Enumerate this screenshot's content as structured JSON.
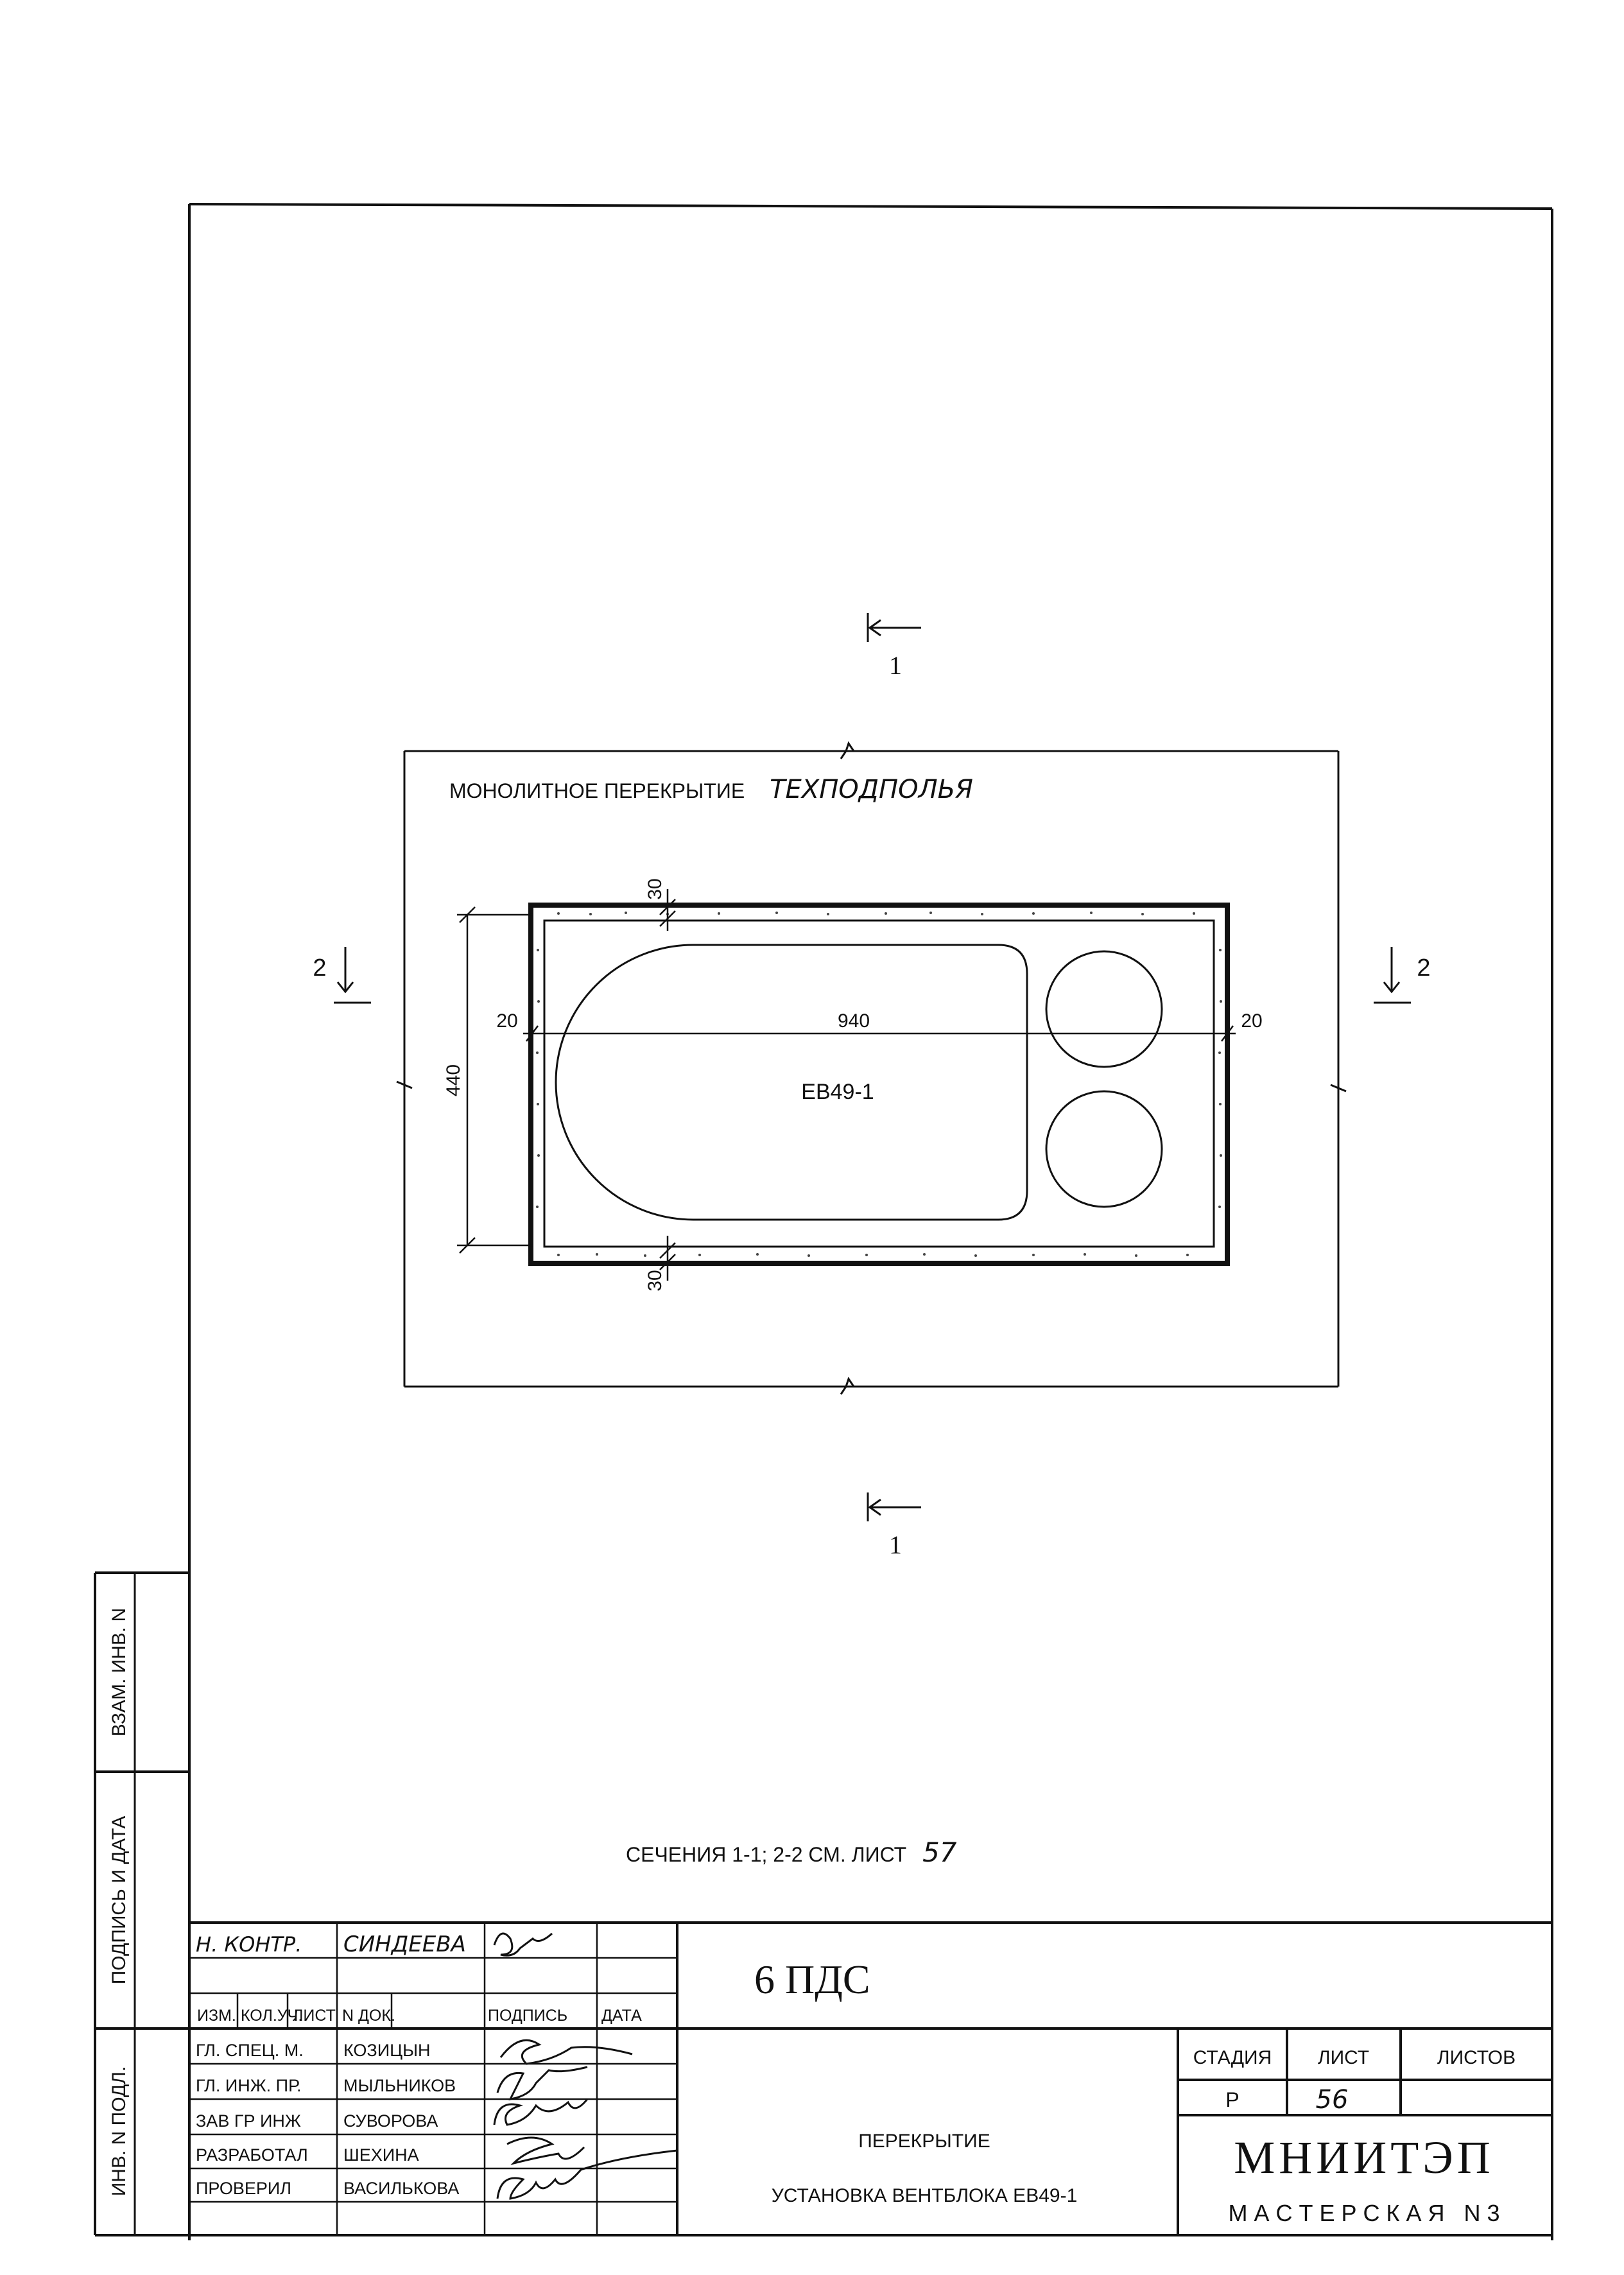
{
  "drawing": {
    "section_marks": {
      "section1": "1",
      "section2": "2"
    },
    "slab_label_part1": "МОНОЛИТНОЕ ПЕРЕКРЫТИЕ",
    "slab_label_part2": "ТЕХПОДПОЛЬЯ",
    "block_label": "ЕВ49-1",
    "dimensions": {
      "width_total": "940",
      "height_total": "440",
      "side_gap_left": "20",
      "side_gap_right": "20",
      "top_gap": "30",
      "bottom_gap": "30"
    },
    "note_text": "СЕЧЕНИЯ 1-1; 2-2 СМ. ЛИСТ",
    "note_sheet": "57"
  },
  "side_stamp": {
    "cells": [
      "ВЗАМ. ИНВ. N",
      "ПОДПИСЬ И ДАТА",
      "ИНВ. N ПОДЛ."
    ]
  },
  "title_block": {
    "norm_control_role": "Н. КОНТР.",
    "norm_control_name": "СИНДЕЕВА",
    "header_columns": [
      "ИЗМ.",
      "КОЛ.УЧ.",
      "ЛИСТ",
      "N ДОК.",
      "ПОДПИСЬ",
      "ДАТА"
    ],
    "signatories": [
      {
        "role": "ГЛ. СПЕЦ. М.",
        "name": "КОЗИЦЫН"
      },
      {
        "role": "ГЛ. ИНЖ. ПР.",
        "name": "МЫЛЬНИКОВ"
      },
      {
        "role": "ЗАВ ГР ИНЖ",
        "name": "СУВОРОВА"
      },
      {
        "role": "РАЗРАБОТАЛ",
        "name": "ШЕХИНА"
      },
      {
        "role": "ПРОВЕРИЛ",
        "name": "ВАСИЛЬКОВА"
      }
    ],
    "project_code": "6 ПДС",
    "title_line1": "ПЕРЕКРЫТИЕ",
    "title_line2": "УСТАНОВКА ВЕНТБЛОКА ЕВ49-1",
    "stage_header": "СТАДИЯ",
    "sheet_header": "ЛИСТ",
    "sheets_header": "ЛИСТОВ",
    "stage_value": "Р",
    "sheet_value": "56",
    "sheets_value": "",
    "organization": "МНИИТЭП",
    "workshop": "М А С Т Е Р С К А Я   N 3"
  }
}
